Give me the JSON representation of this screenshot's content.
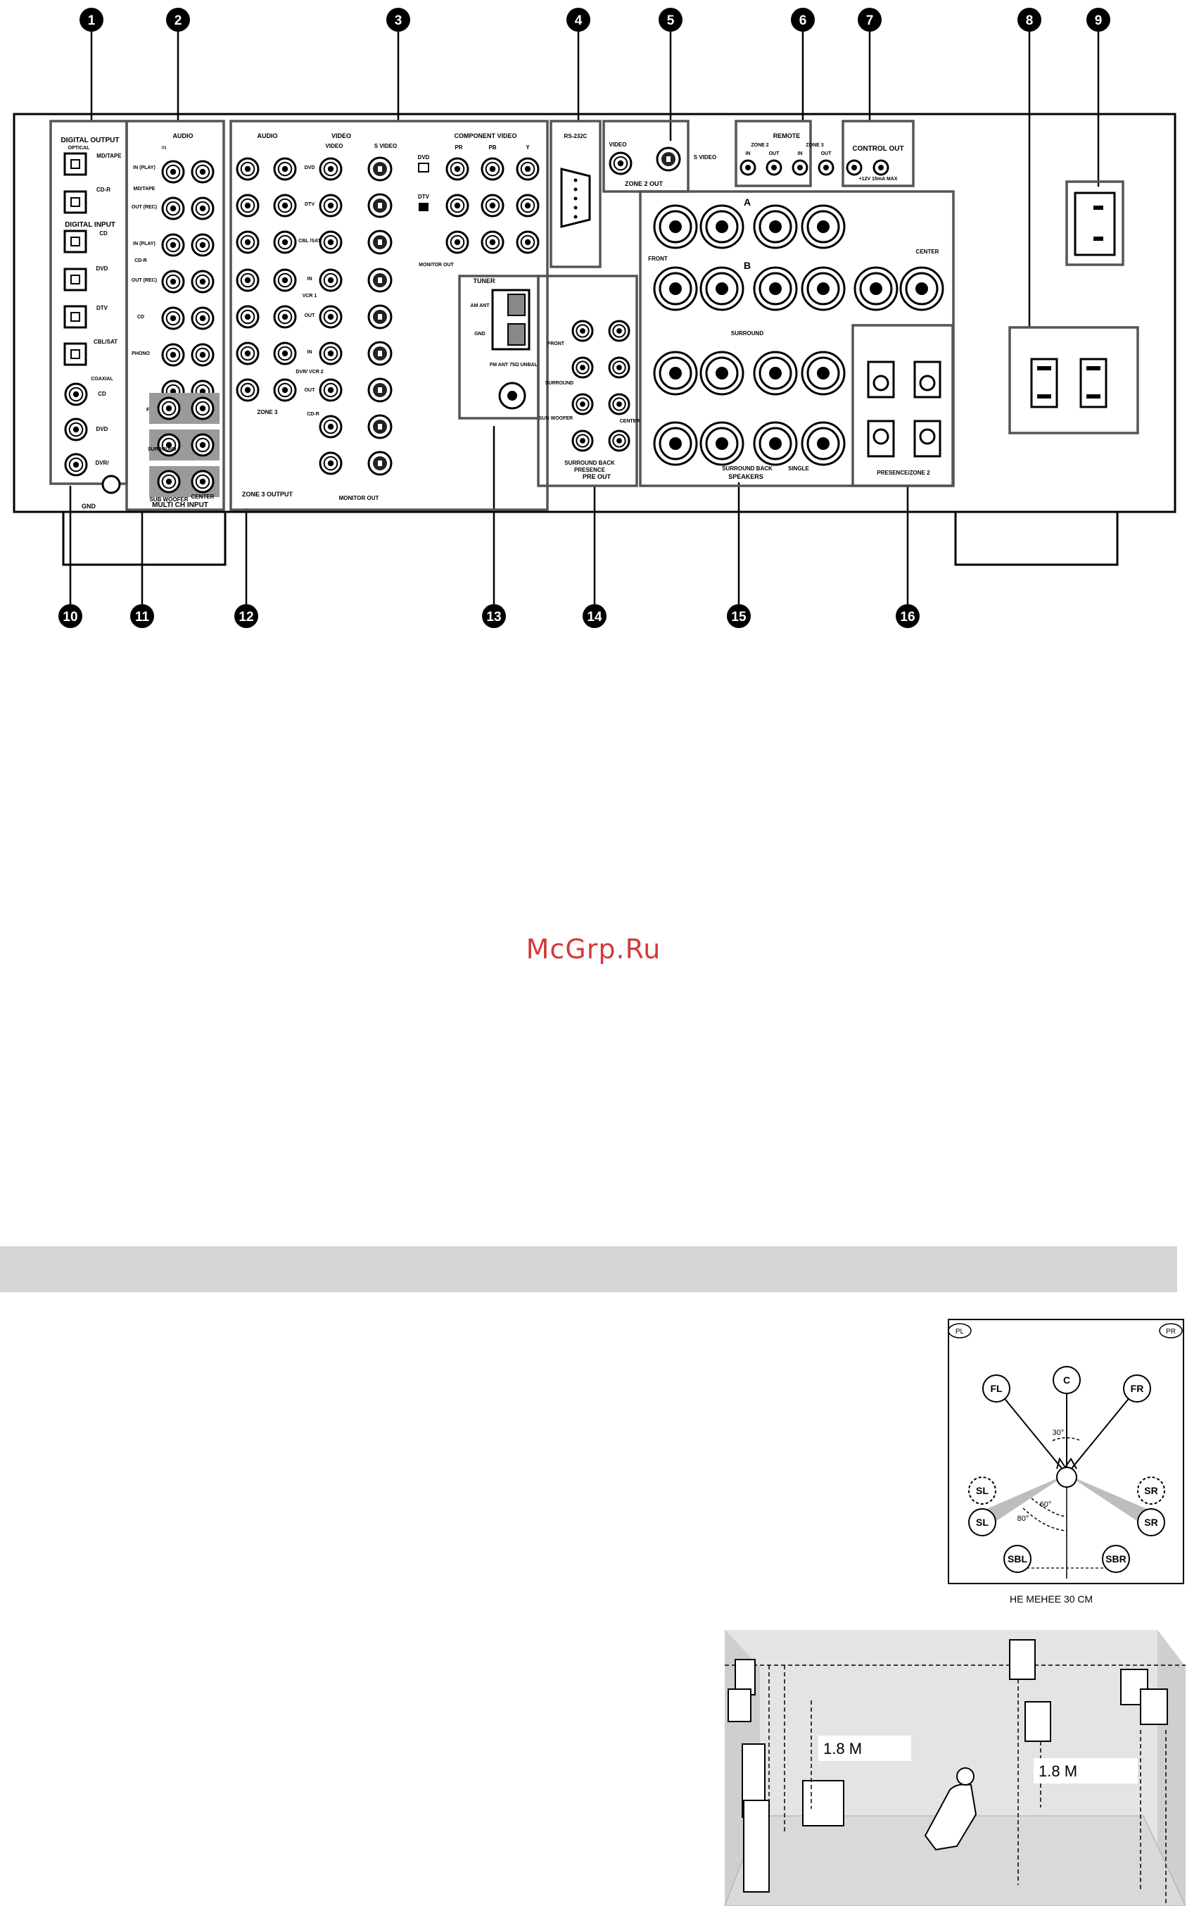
{
  "watermark": "McGrp.Ru",
  "callouts": [
    "1",
    "2",
    "3",
    "4",
    "5",
    "6",
    "7",
    "8",
    "9",
    "10",
    "11",
    "12",
    "13",
    "14",
    "15",
    "16"
  ],
  "panel": {
    "digital_output": {
      "title": "DIGITAL OUTPUT",
      "sub": "OPTICAL",
      "md_tape": "MD/TAPE",
      "cd_r": "CD-R"
    },
    "digital_input": {
      "title": "DIGITAL INPUT",
      "cd": "CD",
      "dvd": "DVD",
      "dtv": "DTV",
      "cbl_sat": "CBL/SAT",
      "coaxial": "COAXIAL",
      "cd2": "CD",
      "dvd2": "DVD",
      "dvr": "DVR/",
      "gnd": "GND"
    },
    "audio": {
      "title": "AUDIO",
      "md_tape": "MD/TAPE",
      "in_play": "IN (PLAY)",
      "out_rec": "OUT (REC)",
      "cd_r": "CD-R",
      "cd": "CD",
      "phono": "PHONO"
    },
    "multi_ch": {
      "front": "FRONT",
      "surround": "SURROUND",
      "subwoofer": "SUB WOOFER",
      "center": "CENTER",
      "title": "MULTI CH INPUT"
    },
    "av": {
      "audio": "AUDIO",
      "video": "VIDEO",
      "video2": "VIDEO",
      "svideo": "S VIDEO",
      "component": "COMPONENT VIDEO",
      "pr": "PR",
      "pb": "PB",
      "y": "Y",
      "dvd": "DVD",
      "dtv": "DTV",
      "cbl_sat": "CBL /SAT",
      "vcr1": "VCR 1",
      "in": "IN",
      "out": "OUT",
      "dvr_vcr2": "DVR/ VCR 2",
      "cd_r": "CD-R",
      "monitor_out": "MONITOR OUT",
      "monitor_out2": "MONITOR OUT",
      "zone3": "ZONE 3",
      "zone3_output": "ZONE 3 OUTPUT"
    },
    "rs232c": "RS-232C",
    "zone2_out": {
      "video": "VIDEO",
      "svideo": "S VIDEO",
      "title": "ZONE 2 OUT"
    },
    "remote": {
      "title": "REMOTE",
      "zone2": "ZONE 2",
      "zone3": "ZONE 3",
      "in": "IN",
      "out": "OUT"
    },
    "control_out": {
      "title": "CONTROL OUT",
      "spec": "+12V 15mA MAX"
    },
    "tuner": {
      "title": "TUNER",
      "am_ant": "AM ANT",
      "gnd": "GND",
      "fm_ant": "FM ANT 75Ω UNBAL"
    },
    "pre_out": {
      "front": "FRONT",
      "surround": "SURROUND",
      "sub_woofer": "SUB WOOFER",
      "center": "CENTER",
      "surround_back": "SURROUND BACK",
      "presence": "PRESENCE",
      "title": "PRE OUT"
    },
    "speakers": {
      "a": "A",
      "b": "B",
      "front": "FRONT",
      "center": "CENTER",
      "surround": "SURROUND",
      "surround_back": "SURROUND BACK",
      "single": "SINGLE",
      "title": "SPEAKERS"
    },
    "presence_zone2": "PRESENCE/ZONE 2"
  },
  "layout_diagram": {
    "pl": "PL",
    "pr": "PR",
    "fl": "FL",
    "c": "C",
    "fr": "FR",
    "sl": "SL",
    "sr": "SR",
    "sbl": "SBL",
    "sbr": "SBR",
    "angle30": "30°",
    "angle60": "60°",
    "angle80": "80°",
    "caption": "НЕ МЕНЕЕ 30 СМ"
  },
  "room_diagram": {
    "height_left": "1.8 M",
    "height_right": "1.8 M"
  }
}
